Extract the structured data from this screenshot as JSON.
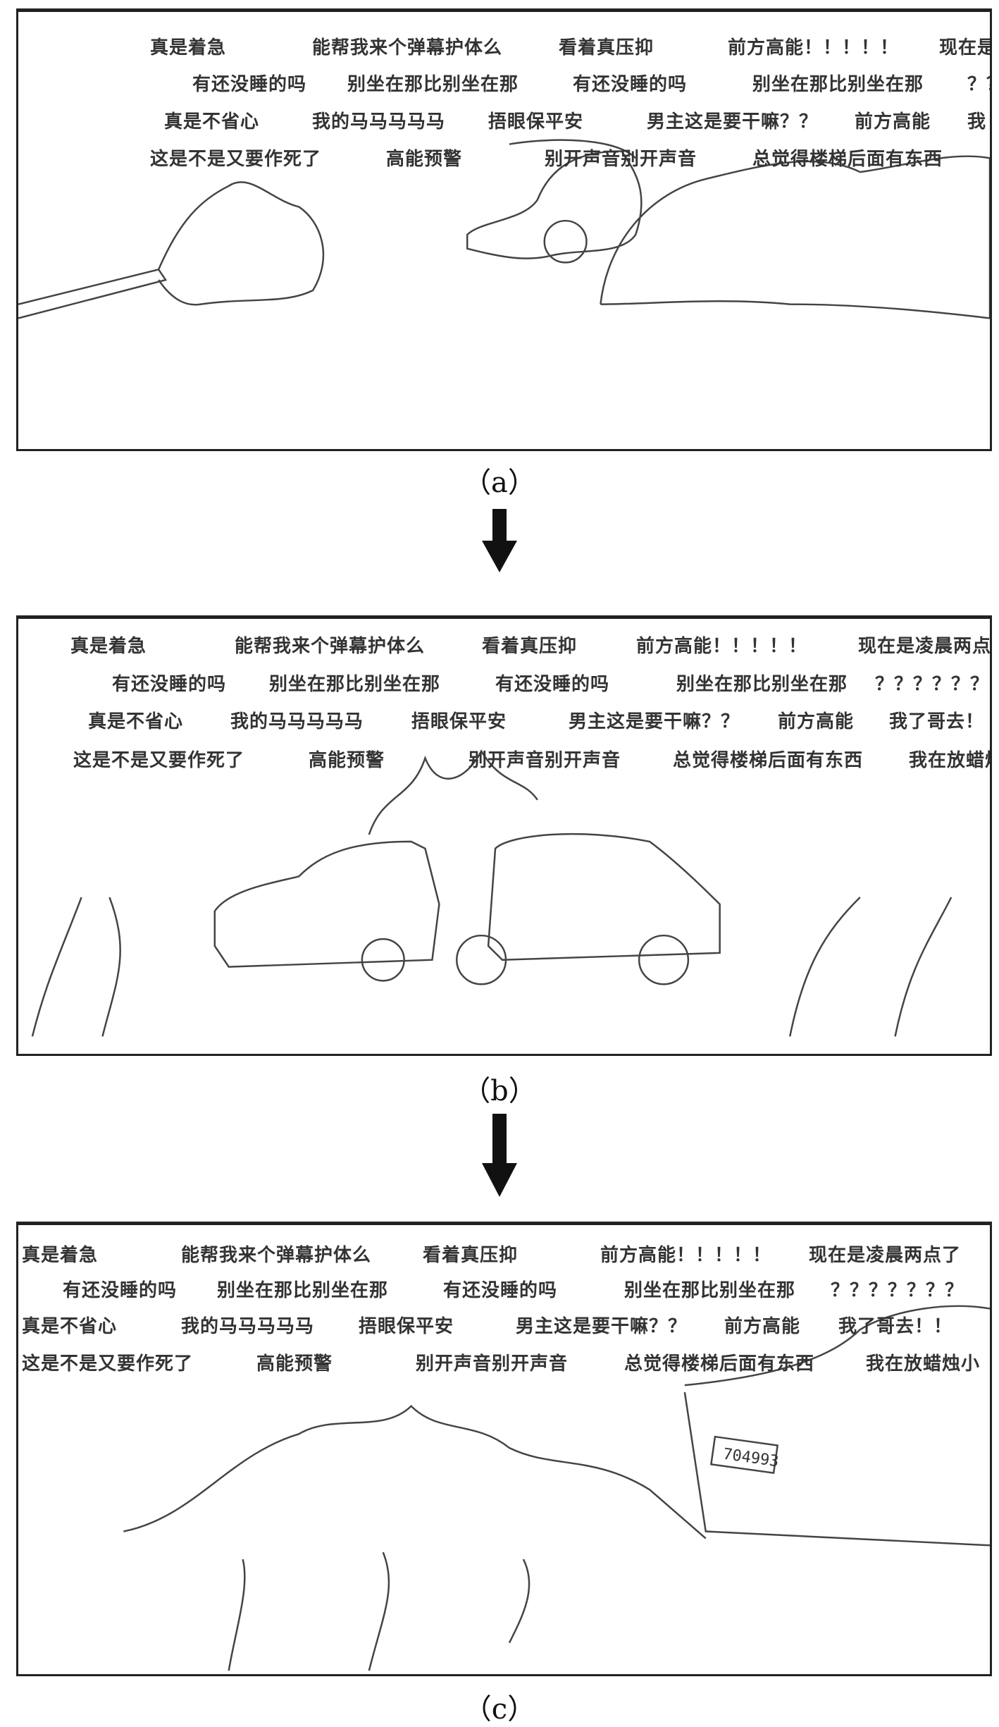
{
  "panels": [
    {
      "caption": "（a）",
      "rows": [
        [
          "真是着急",
          "能帮我来个弹幕护体么",
          "看着真压抑",
          "前方高能！！！！！",
          "现在是"
        ],
        [
          "有还没睡的吗",
          "别坐在那比别坐在那",
          "有还没睡的吗",
          "别坐在那比别坐在那",
          "？？"
        ],
        [
          "真是不省心",
          "我的马马马马马",
          "捂眼保平安",
          "男主这是要干嘛？？",
          "前方高能",
          "我"
        ],
        [
          "这是不是又要作死了",
          "高能预警",
          "别开声音别开声音",
          "总觉得楼梯后面有东西"
        ]
      ]
    },
    {
      "caption": "（b）",
      "rows": [
        [
          "真是着急",
          "能帮我来个弹幕护体么",
          "看着真压抑",
          "前方高能！！！！！",
          "现在是凌晨两点"
        ],
        [
          "有还没睡的吗",
          "别坐在那比别坐在那",
          "有还没睡的吗",
          "别坐在那比别坐在那",
          "？？？？？？"
        ],
        [
          "真是不省心",
          "我的马马马马马",
          "捂眼保平安",
          "男主这是要干嘛？？",
          "前方高能",
          "我了哥去！"
        ],
        [
          "这是不是又要作死了",
          "高能预警",
          "别开声音别开声音",
          "总觉得楼梯后面有东西",
          "我在放蜡烛小"
        ]
      ]
    },
    {
      "caption": "（c）",
      "plate": "704993",
      "rows": [
        [
          "真是着急",
          "能帮我来个弹幕护体么",
          "看着真压抑",
          "前方高能！！！！！",
          "现在是凌晨两点了"
        ],
        [
          "有还没睡的吗",
          "别坐在那比别坐在那",
          "有还没睡的吗",
          "别坐在那比别坐在那",
          "？？？？？？？"
        ],
        [
          "真是不省心",
          "我的马马马马马",
          "捂眼保平安",
          "男主这是要干嘛？？",
          "前方高能",
          "我了哥去！！"
        ],
        [
          "这是不是又要作死了",
          "高能预警",
          "别开声音别开声音",
          "总觉得楼梯后面有东西",
          "我在放蜡烛小"
        ]
      ]
    }
  ]
}
